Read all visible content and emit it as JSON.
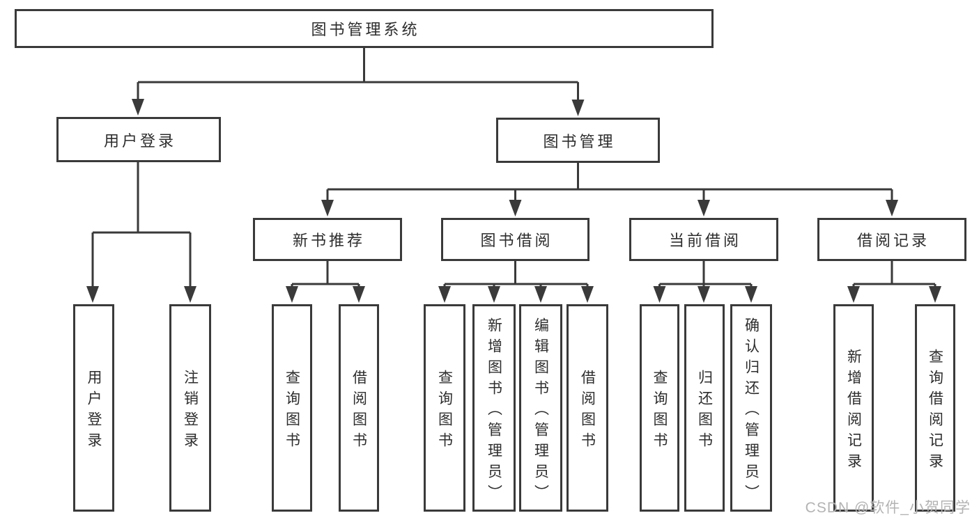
{
  "diagram": {
    "root": {
      "label": "图书管理系统"
    },
    "branches": [
      {
        "label": "用户登录",
        "children": [
          {
            "label": "用户登录"
          },
          {
            "label": "注销登录"
          }
        ]
      },
      {
        "label": "图书管理",
        "children": [
          {
            "label": "新书推荐",
            "children": [
              {
                "label": "查询图书"
              },
              {
                "label": "借阅图书"
              }
            ]
          },
          {
            "label": "图书借阅",
            "children": [
              {
                "label": "查询图书"
              },
              {
                "label": "新增图书（管理员）"
              },
              {
                "label": "编辑图书（管理员）"
              },
              {
                "label": "借阅图书"
              }
            ]
          },
          {
            "label": "当前借阅",
            "children": [
              {
                "label": "查询图书"
              },
              {
                "label": "归还图书"
              },
              {
                "label": "确认归还（管理员）"
              }
            ]
          },
          {
            "label": "借阅记录",
            "children": [
              {
                "label": "新增借阅记录"
              },
              {
                "label": "查询借阅记录"
              }
            ]
          }
        ]
      }
    ]
  },
  "watermark": {
    "text": "CSDN @软件_小贺同学"
  },
  "colors": {
    "line": "#3a3a3a",
    "box_border": "#3a3a3a",
    "text": "#2d2d2d",
    "watermark_text": "#b3b3b3",
    "background": "#ffffff"
  }
}
